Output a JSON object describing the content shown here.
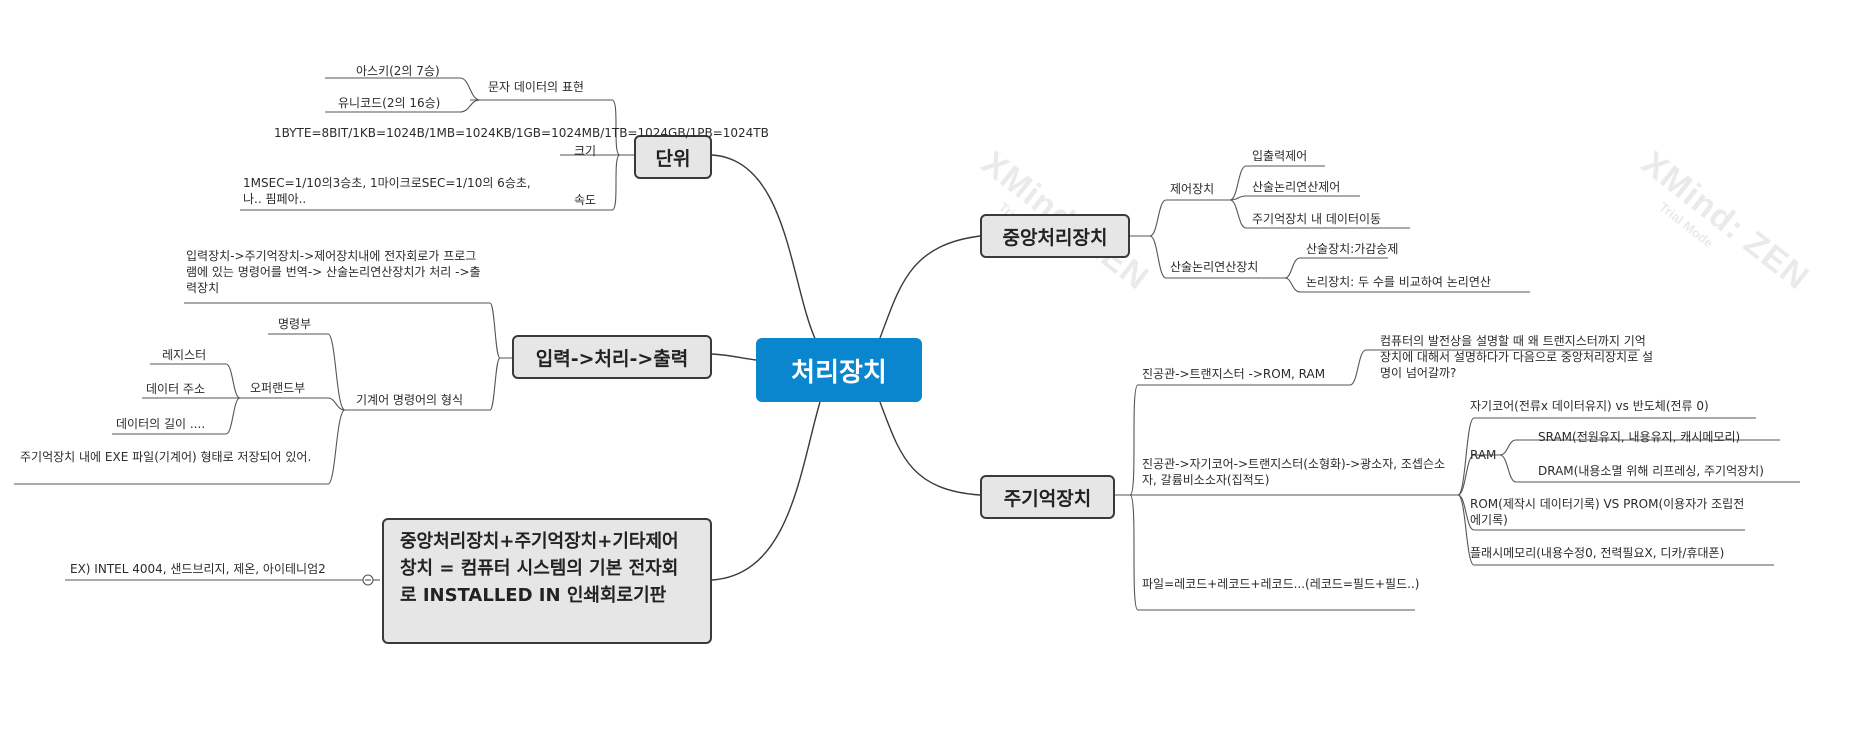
{
  "watermark": {
    "brand": "XMind: ZEN",
    "mode": "Trial Mode"
  },
  "root": {
    "label": "처리장치"
  },
  "left": {
    "unit": {
      "label": "단위",
      "char_repr": "문자 데이터의 표현",
      "ascii": "아스키(2의 7승)",
      "unicode": "유니코드(2의 16승)",
      "size": "크기",
      "size_detail": "1BYTE=8BIT/1KB=1024B/1MB=1024KB/1GB=1024MB/1TB=1024GB/1PB=1024TB",
      "speed": "속도",
      "speed_detail": "1MSEC=1/10의3승초, 1마이크로SEC=1/10의 6승초, 나.. 핌페아.."
    },
    "io": {
      "label": "입력->처리->출력",
      "flow": "입력장치->주기억장치->제어장치내에 전자회로가 프로그램에 있는 명령어를 번역-> 산술논리연산장치가 처리 ->출력장치",
      "instr_format": "기계어 명령어의 형식",
      "opcode": "명령부",
      "operand": "오퍼랜드부",
      "register": "레지스터",
      "data_address": "데이터 주소",
      "data_length": "데이터의 길이 ....",
      "exe_note": "주기억장치 내에 EXE 파일(기계어) 형태로 저장되어 있어."
    },
    "system": {
      "label": "중앙처리장치+주기억장치+기타제어창치 = 컴퓨터 시스템의 기본 전자회로 INSTALLED IN 인쇄회로기판",
      "example": "EX) INTEL 4004, 샌드브리지, 제온, 아이테니엄2"
    }
  },
  "right": {
    "cpu": {
      "label": "중앙처리장치",
      "control": "제어장치",
      "io_control": "입출력제어",
      "alu_control": "산술논리연산제어",
      "mem_move": "주기억장치 내 데이터이동",
      "alu": "산술논리연산장치",
      "arith": "산술장치:가감승제",
      "logic": "논리장치: 두 수를 비교하여 논리연산"
    },
    "memory": {
      "label": "주기억장치",
      "tube": "진공관->트랜지스터 ->ROM, RAM",
      "question": "컴퓨터의 발전상을 설명할 때 왜 트랜지스터까지 기억장치에 대해서 설명하다가 다음으로 중앙처리장치로 설명이 넘어갈까?",
      "evolution": "진공관->자기코어->트랜지스터(소형화)->광소자, 조셉슨소자, 갈륨비소소자(집적도)",
      "core": "자기코어(전류x 데이터유지) vs 반도체(전류 0)",
      "ram": "RAM",
      "sram": "SRAM(전원유지, 내용유지, 캐시메모리)",
      "dram": "DRAM(내용소멸 위해 리프레싱, 주기억장치)",
      "rom": "ROM(제작시 데이터기록) VS PROM(이용자가 조립전에기록)",
      "flash": "플래시메모리(내용수정0,  전력필요X, 디카/휴대폰)",
      "file": "파일=레코드+레코드+레코드...(레코드=필드+필드..)"
    }
  }
}
